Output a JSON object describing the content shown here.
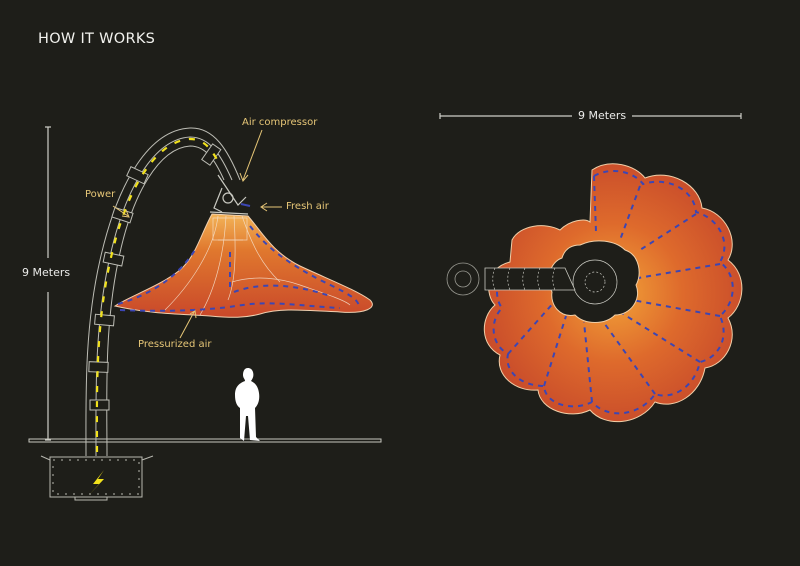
{
  "title": "HOW IT WORKS",
  "side_view": {
    "height_dimension": "9 Meters",
    "labels": {
      "air_compressor": "Air compressor",
      "fresh_air": "Fresh air",
      "power": "Power",
      "pressurized_air": "Pressurized air"
    }
  },
  "top_view": {
    "width_dimension": "9 Meters"
  },
  "colors": {
    "background": "#1e1e19",
    "canopy_orange": "#d0552a",
    "canopy_light": "#f0a040",
    "air_flow_blue": "#3c46b4",
    "power_yellow": "#f2e21c",
    "label_gold": "#e6c677",
    "structure_line": "#c8c8c0"
  }
}
